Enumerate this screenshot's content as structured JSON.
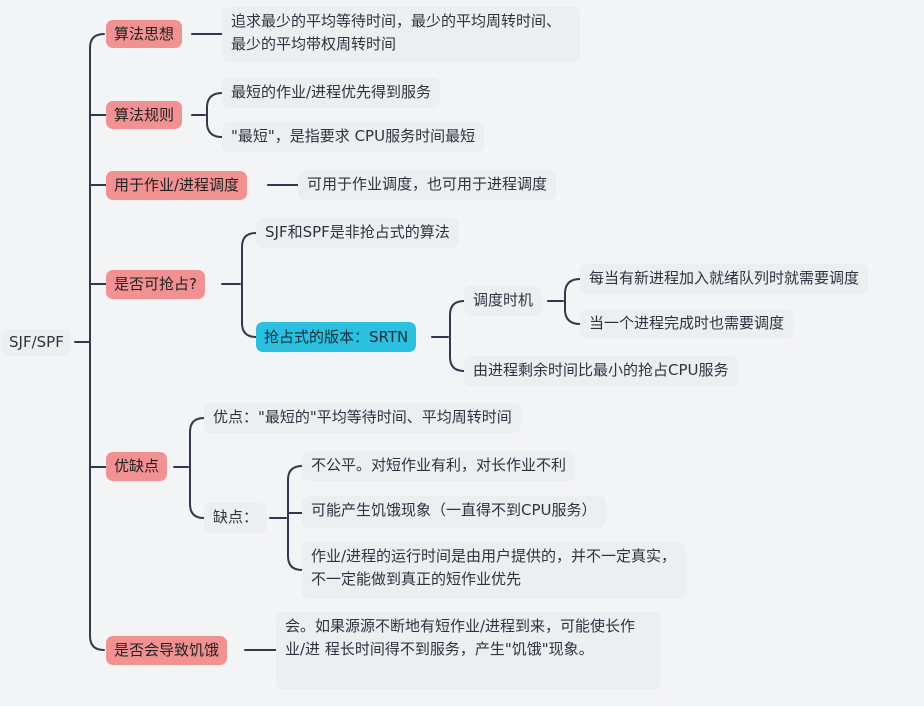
{
  "root": "SJF/SPF",
  "branches": {
    "idea": {
      "label": "算法思想",
      "text": "追求最少的平均等待时间，最少的平均周转时间、最少的平均带权周转时间"
    },
    "rule": {
      "label": "算法规则",
      "items": [
        "最短的作业/进程优先得到服务",
        "\"最短\"，是指要求 CPU服务时间最短"
      ]
    },
    "usage": {
      "label": "用于作业/进程调度",
      "text": "可用于作业调度，也可用于进程调度"
    },
    "preempt": {
      "label": "是否可抢占?",
      "items": [
        "SJF和SPF是非抢占式的算法"
      ],
      "version": {
        "label": "抢占式的版本：SRTN",
        "timing": {
          "label": "调度时机",
          "items": [
            "每当有新进程加入就绪队列时就需要调度",
            "当一个进程完成时也需要调度"
          ]
        },
        "rule": "由进程剩余时间比最小的抢占CPU服务"
      }
    },
    "proscons": {
      "label": "优缺点",
      "pro": "优点：\"最短的\"平均等待时间、平均周转时间",
      "con_label": "缺点：",
      "cons": [
        "不公平。对短作业有利，对长作业不利",
        "可能产生饥饿现象（一直得不到CPU服务）",
        "作业/进程的运行时间是由用户提供的，并不一定真实，不一定能做到真正的短作业优先"
      ]
    },
    "starve": {
      "label": "是否会导致饥饿",
      "text": "会。如果源源不断地有短作业/进程到来，可能使长作业/进 程长时间得不到服务，产生\"饥饿\"现象。"
    }
  }
}
